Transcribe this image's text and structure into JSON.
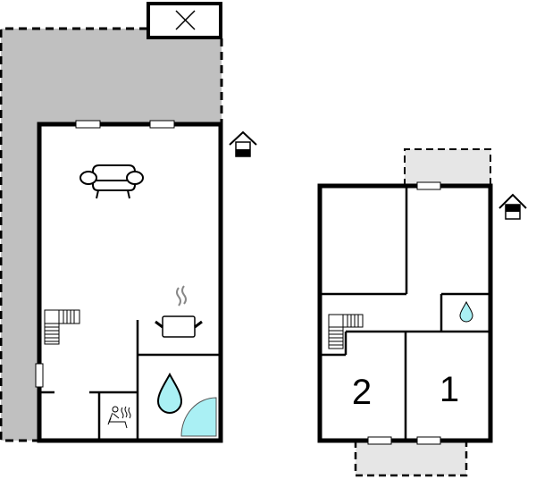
{
  "plan": {
    "type": "floor-plan",
    "floors": [
      {
        "id": "ground-floor",
        "rooms": [
          "living-room",
          "kitchen",
          "bathroom",
          "sauna",
          "hall"
        ],
        "features": [
          "sofa",
          "staircase",
          "cooking-pot",
          "water-drop",
          "shower",
          "sauna-bather",
          "terrace",
          "carport"
        ]
      },
      {
        "id": "upper-floor",
        "rooms": [
          {
            "id": "bedroom-2",
            "label": "2"
          },
          {
            "id": "bedroom-1",
            "label": "1"
          },
          {
            "id": "upper-room"
          },
          {
            "id": "washroom"
          }
        ],
        "features": [
          "staircase",
          "water-drop",
          "balcony-north",
          "balcony-south"
        ]
      }
    ],
    "colors": {
      "wall": "#000000",
      "terrace": "#c0c0c0",
      "balcony": "#e6e6e6",
      "water": "#aaf0f4",
      "steam": "#888888"
    }
  }
}
